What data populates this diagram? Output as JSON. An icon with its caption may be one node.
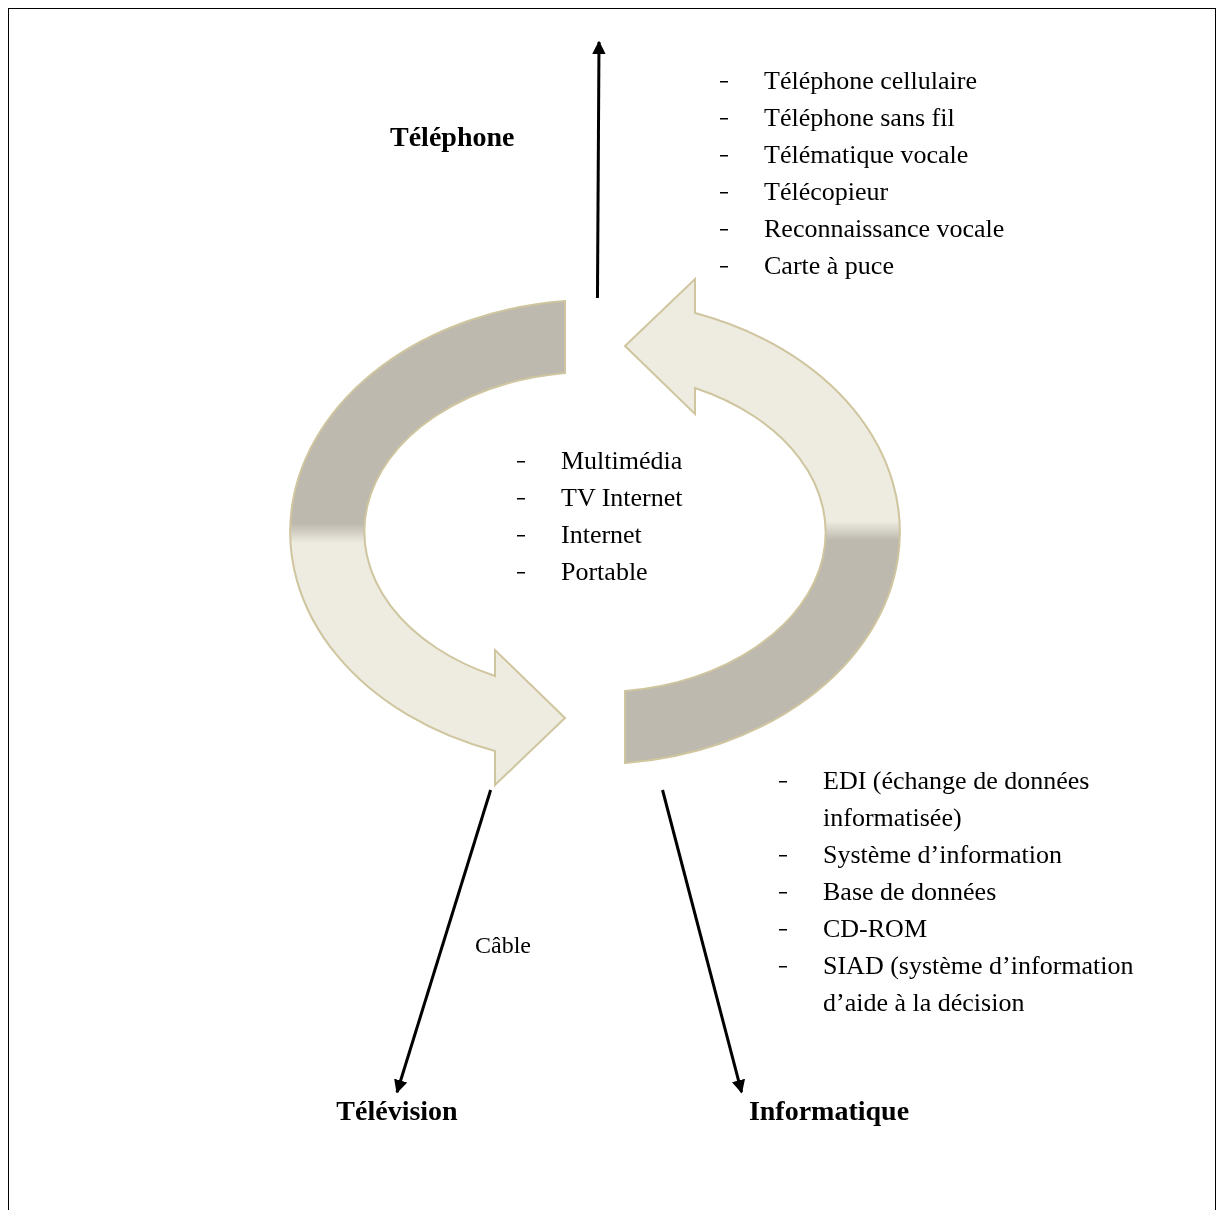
{
  "diagram": {
    "nodes": [
      {
        "text": [
          "Multimédia",
          "TV Internet",
          "Internet",
          "Portable"
        ]
      },
      {
        "text": [
          "Télévision"
        ]
      },
      {
        "text": [
          "Informatique"
        ],
        "beside": [
          "EDI (échange de données informatisée)",
          "Système d’information",
          "Base de données",
          "CD-ROM",
          "SIAD (système d’information d’aide à la décision"
        ]
      }
    ],
    "edges": [
      {
        "from": 0,
        "to": null,
        "arrow": "to"
      },
      {
        "from": 0,
        "to": 1,
        "arrow": "to",
        "label": "Câble"
      },
      {
        "from": 0,
        "to": 2,
        "arrow": "to"
      }
    ],
    "labels": [
      "Téléphone",
      "Téléphone cellulaire",
      "Téléphone sans fil",
      "Télématique vocale",
      "Télécopieur",
      "Reconnaissance vocale",
      "Carte à puce"
    ]
  }
}
